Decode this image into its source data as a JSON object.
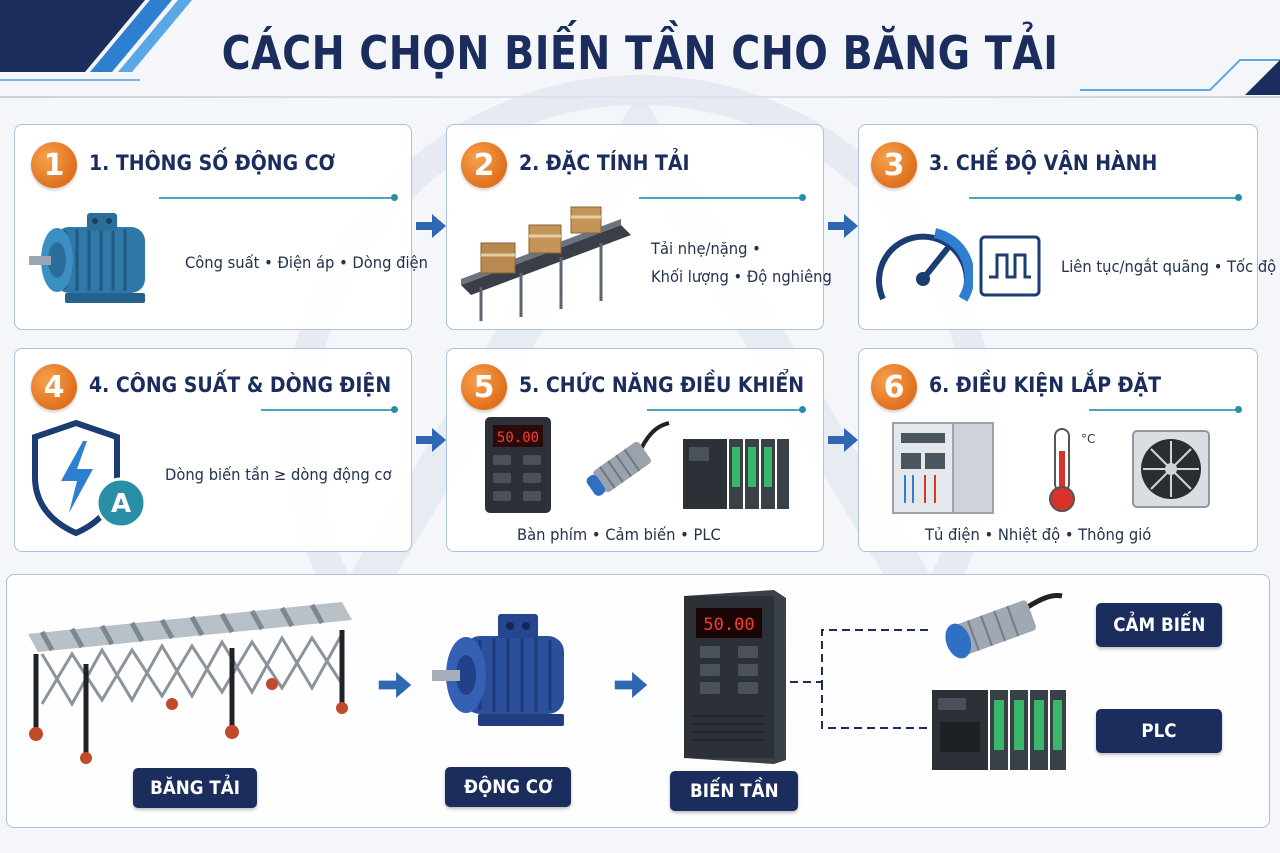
{
  "title": "CÁCH CHỌN BIẾN TẦN CHO BĂNG TẢI",
  "watermark": {
    "text": "AUTOMATION"
  },
  "steps": [
    {
      "number": "1",
      "title": "1. THÔNG SỐ ĐỘNG CƠ",
      "desc_lines": [
        "Công suất • Điện áp • Dòng điện"
      ],
      "icon": "motor-icon"
    },
    {
      "number": "2",
      "title": "2. ĐẶC TÍNH TẢI",
      "desc_lines": [
        "Tải nhẹ/nặng •",
        "Khối lượng • Độ nghiêng"
      ],
      "icon": "conveyor-icon"
    },
    {
      "number": "3",
      "title": "3. CHẾ ĐỘ VẬN HÀNH",
      "desc_lines": [
        "Liên tục/ngắt quãng • Tốc độ"
      ],
      "icon": "gauge-icon"
    },
    {
      "number": "4",
      "title": "4. CÔNG SUẤT & DÒNG ĐIỆN",
      "desc_lines": [
        "Dòng biến tần ≥ dòng động cơ"
      ],
      "icon": "shield-bolt-icon",
      "icon_letter": "A"
    },
    {
      "number": "5",
      "title": "5. CHỨC NĂNG ĐIỀU KHIỂN",
      "desc_lines": [
        "Bàn phím  •  Cảm biến  •  PLC"
      ],
      "icon": "keypad-sensor-plc-icon",
      "display": "50.00"
    },
    {
      "number": "6",
      "title": "6. ĐIỀU KIỆN LẮP ĐẶT",
      "desc_lines": [
        "Tủ điện  •  Nhiệt độ  •  Thông gió"
      ],
      "icon": "cabinet-thermo-fan-icon",
      "thermo_unit": "°C"
    }
  ],
  "flow": {
    "conveyor_label": "BĂNG TẢI",
    "motor_label": "ĐỘNG CƠ",
    "vfd_label": "BIẾN TẦN",
    "sensor_label": "CẢM BIẾN",
    "plc_label": "PLC",
    "vfd_display": "50.00"
  },
  "colors": {
    "navy": "#1b2d5c",
    "badge_orange": "#e8812a",
    "accent_teal": "#2a8fa6",
    "border": "#a9c1dc",
    "arrow_blue": "#2f67b3"
  }
}
